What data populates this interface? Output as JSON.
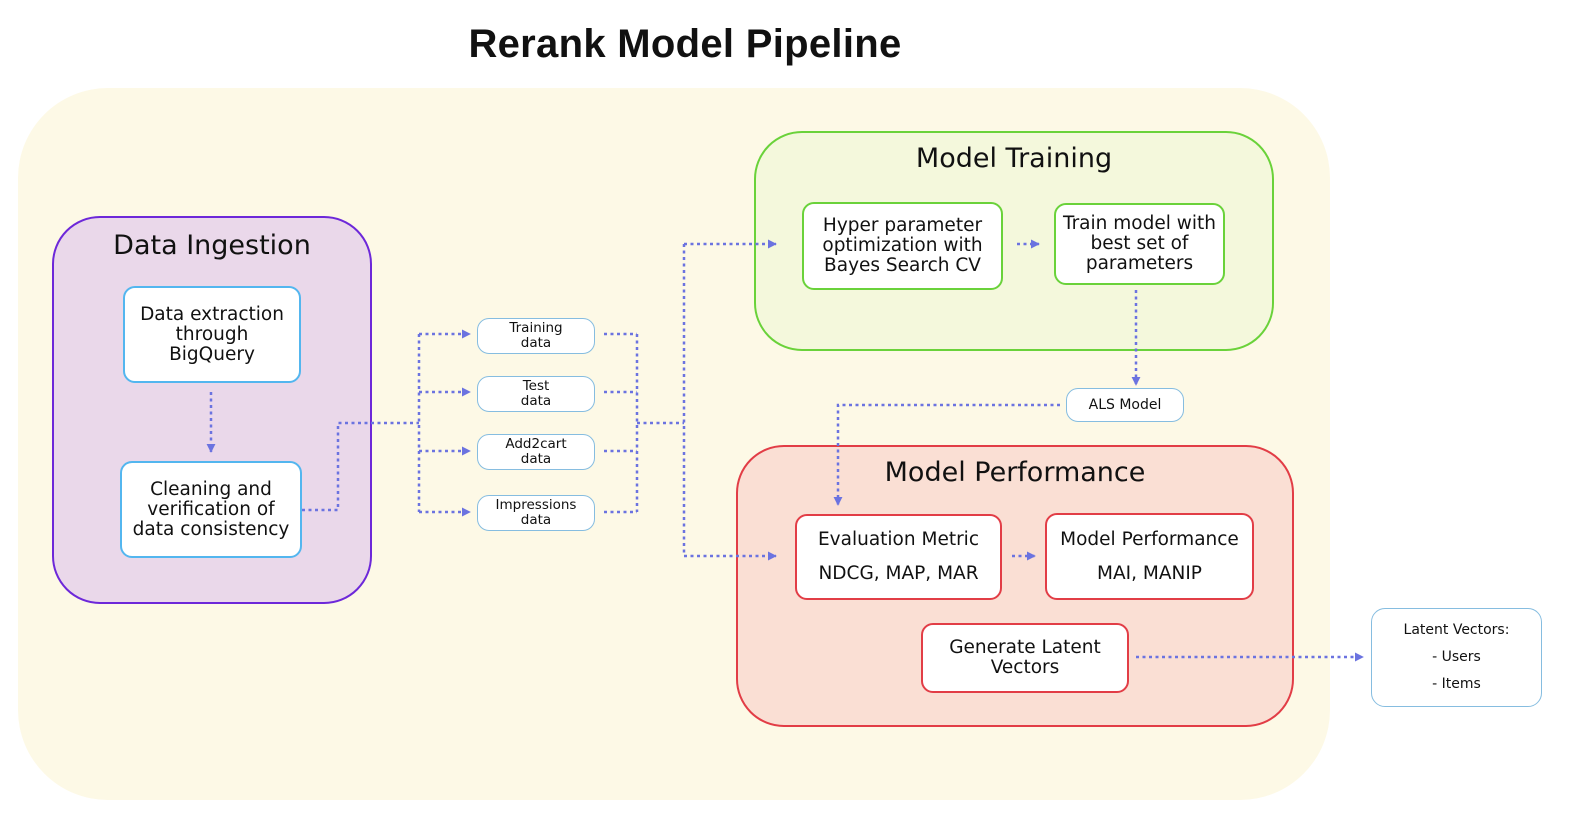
{
  "title": "Rerank Model Pipeline",
  "colors": {
    "backdrop": "#fdf9e6",
    "ingestion_fill": "#ead8ea",
    "ingestion_border": "#6d28d9",
    "training_fill": "#f4f8dc",
    "training_border": "#6ad23a",
    "performance_fill": "#fadfd4",
    "performance_border": "#e23d46",
    "node_border_blue": "#53b6ef",
    "arrow": "#6b73e0"
  },
  "groups": {
    "ingestion": {
      "label": "Data Ingestion",
      "nodes": {
        "extraction": [
          "Data extraction",
          "through",
          "BigQuery"
        ],
        "cleaning": [
          "Cleaning and",
          "verification of",
          "data consistency"
        ]
      }
    },
    "training": {
      "label": "Model Training",
      "nodes": {
        "hyperparam": [
          "Hyper parameter",
          "optimization with",
          "Bayes Search CV"
        ],
        "train": [
          "Train model with",
          "best set of",
          "parameters"
        ]
      }
    },
    "performance": {
      "label": "Model Performance",
      "nodes": {
        "evaluation": {
          "title": "Evaluation Metric",
          "metrics": "NDCG, MAP, MAR"
        },
        "model_perf": {
          "title": "Model Performance",
          "metrics": "MAI, MANIP"
        },
        "latent": [
          "Generate Latent",
          "Vectors"
        ]
      }
    }
  },
  "datasets": [
    [
      "Training",
      "data"
    ],
    [
      "Test",
      "data"
    ],
    [
      "Add2cart",
      "data"
    ],
    [
      "Impressions",
      "data"
    ]
  ],
  "als_model": "ALS Model",
  "latent_output": {
    "title": "Latent Vectors:",
    "items": [
      "- Users",
      "- Items"
    ]
  }
}
